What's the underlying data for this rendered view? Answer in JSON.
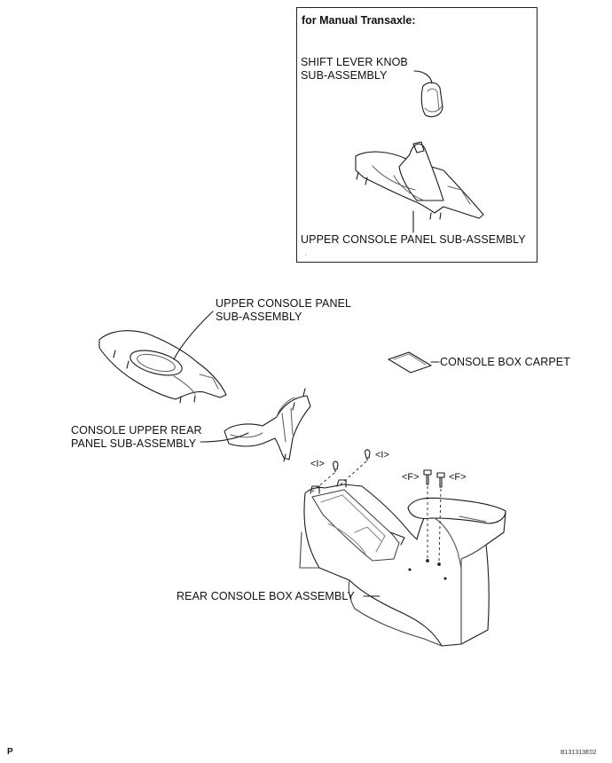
{
  "inset": {
    "title": "for Manual Transaxle:",
    "shift_knob_label": [
      "SHIFT LEVER KNOB",
      "SUB-ASSEMBLY"
    ],
    "upper_panel_label": "UPPER CONSOLE PANEL SUB-ASSEMBLY"
  },
  "main": {
    "upper_panel_label": [
      "UPPER CONSOLE PANEL",
      "SUB-ASSEMBLY"
    ],
    "carpet_label": "CONSOLE BOX CARPET",
    "rear_panel_label": [
      "CONSOLE UPPER REAR",
      "PANEL SUB-ASSEMBLY"
    ],
    "rear_box_label": "REAR CONSOLE BOX ASSEMBLY",
    "clip_tag_1": "<I>",
    "clip_tag_2": "<I>",
    "bolt_tag_1": "<F>",
    "bolt_tag_2": "<F>"
  },
  "footer": {
    "page_mark": "P",
    "figure_code": "B131313E02"
  }
}
